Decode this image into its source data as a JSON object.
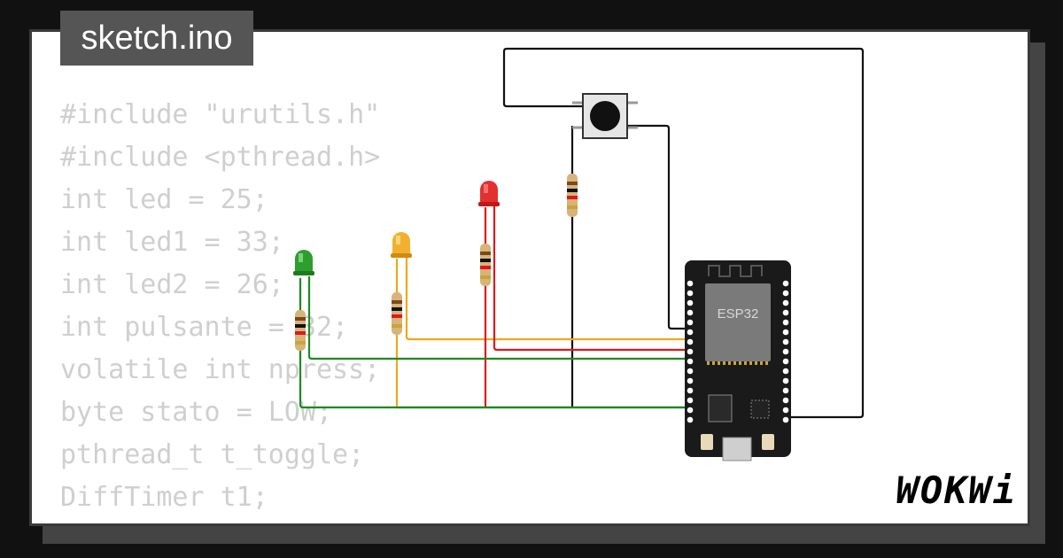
{
  "title": "sketch.ino",
  "brand": "WOKWi",
  "code_lines": [
    "#include \"urutils.h\"",
    "#include <pthread.h>",
    "int led = 25;",
    "int led1 = 33;",
    "int led2 = 26;",
    "int pulsante = 32;",
    "volatile int npress;",
    "byte stato = LOW;",
    "pthread_t t_toggle;",
    "DiffTimer t1;"
  ],
  "board": {
    "label": "ESP32",
    "color": "#1a1a1a",
    "chip_color": "#7a7a7a"
  },
  "components": {
    "leds": [
      {
        "name": "green-led",
        "color": "#2e9e2e"
      },
      {
        "name": "yellow-led",
        "color": "#f2b02e"
      },
      {
        "name": "red-led",
        "color": "#e23030"
      }
    ],
    "button": "pushbutton",
    "resistors": 4
  },
  "wire_colors": {
    "green": "#1e8a1e",
    "yellow": "#f0a818",
    "red": "#e01818",
    "black": "#111111"
  }
}
